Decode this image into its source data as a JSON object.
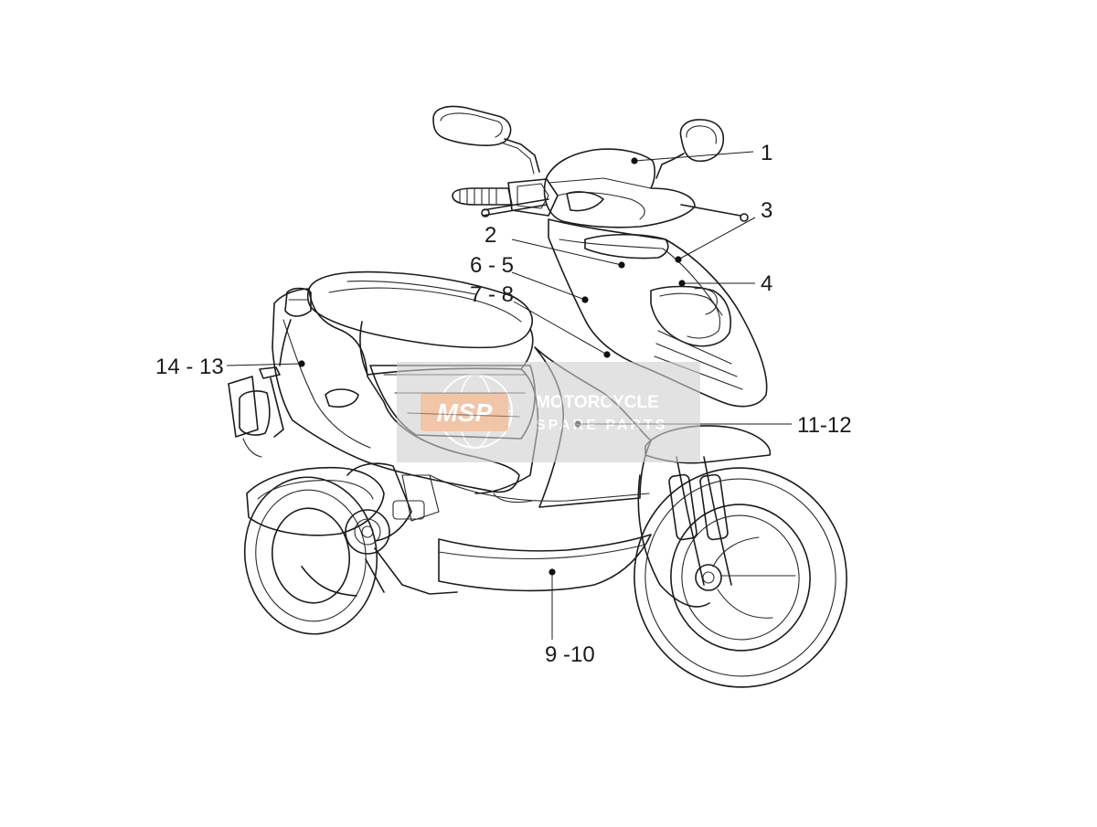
{
  "callouts": [
    {
      "label": "1"
    },
    {
      "label": "2"
    },
    {
      "label": "3"
    },
    {
      "label": "4"
    },
    {
      "label": "6 - 5"
    },
    {
      "label": "7 - 8"
    },
    {
      "label": "14 - 13"
    },
    {
      "label": "11-12"
    },
    {
      "label": "9 -10"
    }
  ],
  "watermark": {
    "badge": "MSP",
    "line1": "MOTORCYCLE",
    "line2": "SPARE PARTS",
    "badge_color": "#e8a070",
    "box_color": "#d0d0d0"
  }
}
